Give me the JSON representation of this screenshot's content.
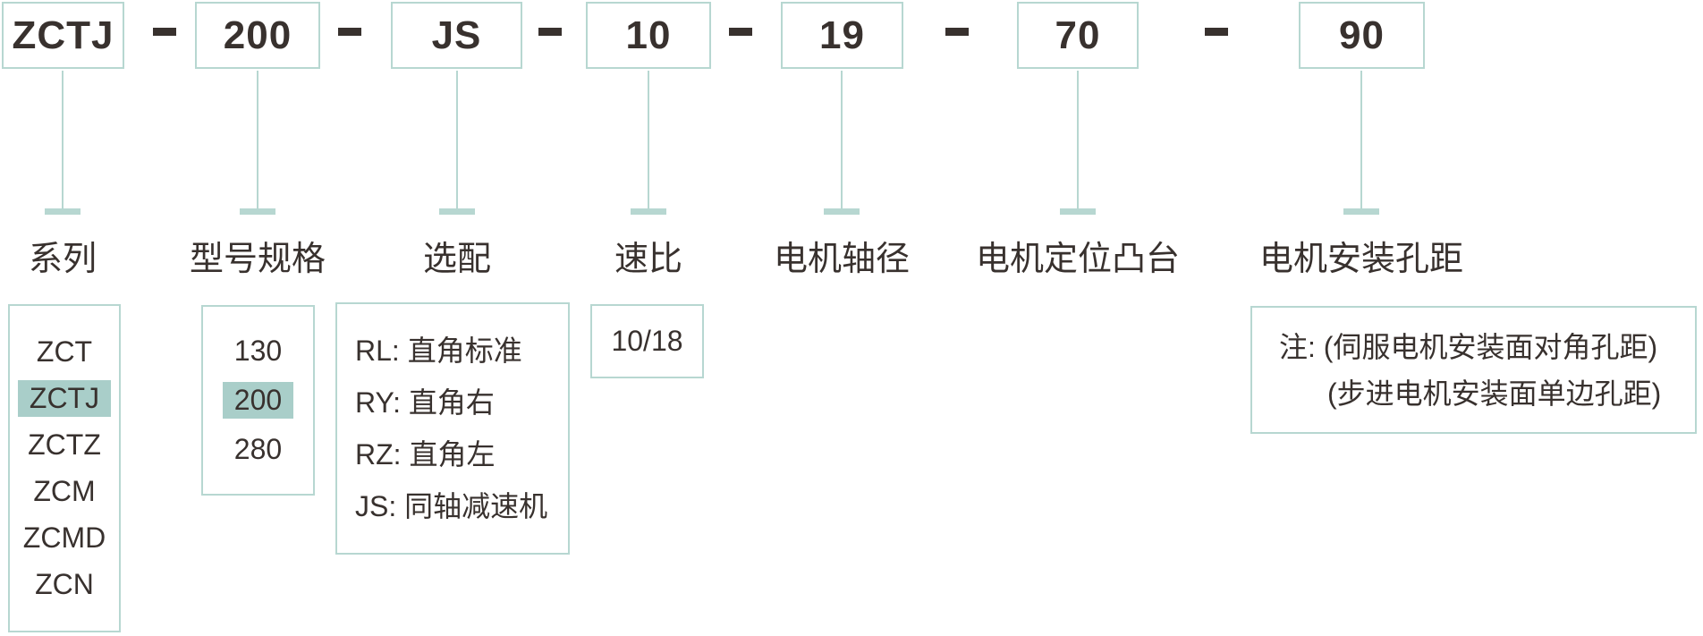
{
  "colors": {
    "accent_border": "#b7d7d1",
    "highlight_fill": "#a9cec9",
    "text": "#38312e"
  },
  "model_code": {
    "separator": "-",
    "segments": [
      "ZCTJ",
      "200",
      "JS",
      "10",
      "19",
      "70",
      "90"
    ]
  },
  "fields": [
    {
      "label": "系列",
      "options": [
        "ZCT",
        "ZCTJ",
        "ZCTZ",
        "ZCM",
        "ZCMD",
        "ZCN"
      ],
      "selected": "ZCTJ"
    },
    {
      "label": "型号规格",
      "options": [
        "130",
        "200",
        "280"
      ],
      "selected": "200"
    },
    {
      "label": "选配",
      "options": [
        "RL: 直角标准",
        "RY: 直角右",
        "RZ: 直角左",
        "JS: 同轴减速机"
      ]
    },
    {
      "label": "速比",
      "options": [
        "10/18"
      ]
    },
    {
      "label": "电机轴径"
    },
    {
      "label": "电机定位凸台"
    },
    {
      "label": "电机安装孔距",
      "note": [
        "注: (伺服电机安装面对角孔距)",
        "(步进电机安装面单边孔距)"
      ]
    }
  ]
}
